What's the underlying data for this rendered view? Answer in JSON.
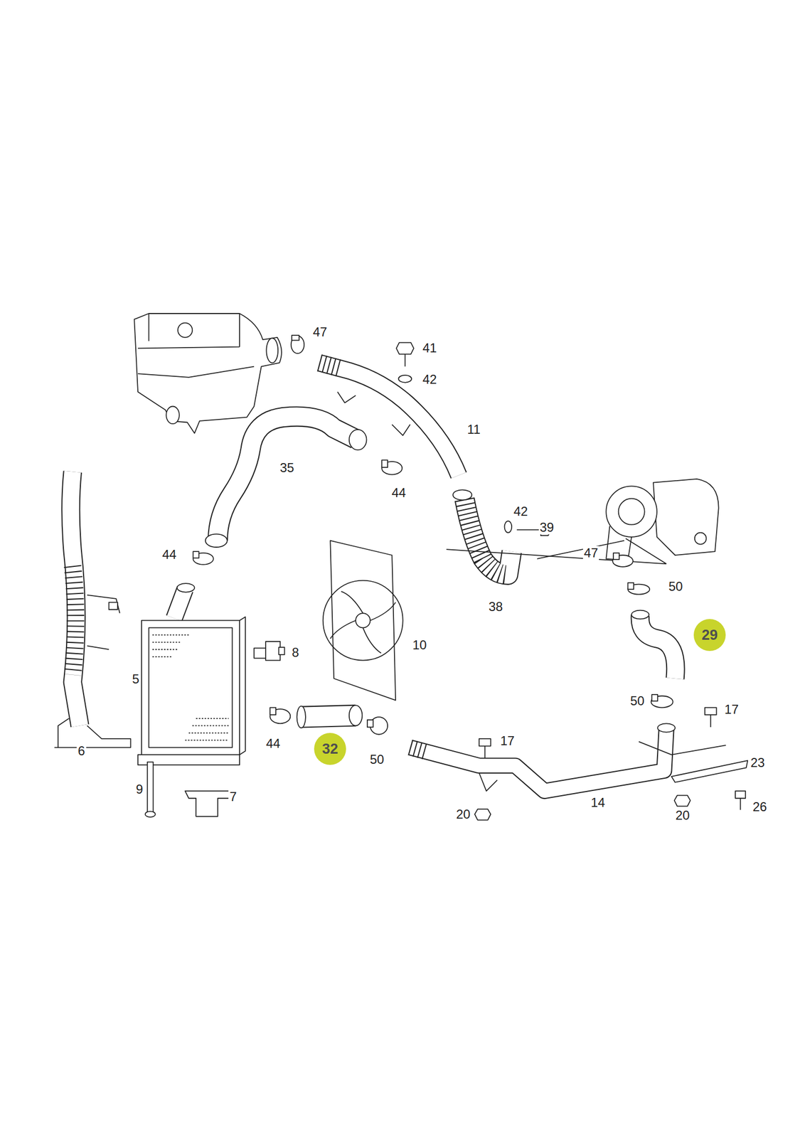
{
  "diagram": {
    "nodes": [
      {
        "text": [
          "29"
        ]
      },
      {
        "text": [
          "32"
        ]
      }
    ],
    "labels": [
      "47",
      "41",
      "42",
      "11",
      "35",
      "44",
      "42",
      "39",
      "47",
      "44",
      "50",
      "38",
      "10",
      "8",
      "5",
      "50",
      "17",
      "44",
      "17",
      "50",
      "23",
      "6",
      "9",
      "7",
      "14",
      "20",
      "20",
      "26"
    ]
  }
}
